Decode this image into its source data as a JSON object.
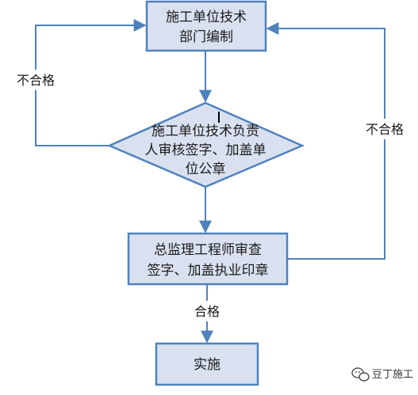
{
  "colors": {
    "node_fill": "#d9e1f0",
    "node_stroke": "#4f81bd",
    "line": "#4f81bd",
    "text": "#1a1a1a"
  },
  "nodes": {
    "compile": {
      "line1": "施工单位技术",
      "line2": "部门编制"
    },
    "review": {
      "line1": "施工单位技术负责",
      "line2": "人审核签字、加盖单",
      "line3": "位公章"
    },
    "supervisor": {
      "line1": "总监理工程师审查",
      "line2": "签字、加盖执业印章"
    },
    "implement": {
      "label": "实施"
    }
  },
  "edges": {
    "fail_left": "不合格",
    "fail_right": "不合格",
    "pass": "合格"
  },
  "watermark": {
    "icon": "wechat-icon",
    "text": "豆丁施工"
  }
}
